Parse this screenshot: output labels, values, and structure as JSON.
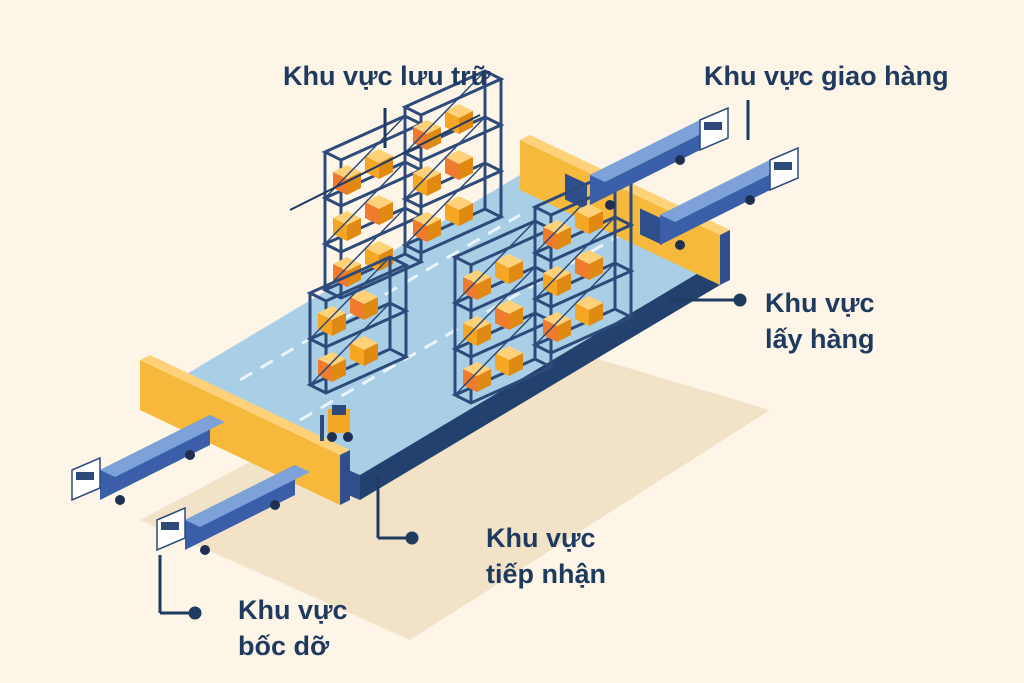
{
  "labels": {
    "storage": {
      "line1": "Khu vực lưu trữ"
    },
    "delivery": {
      "line1": "Khu vực giao hàng"
    },
    "picking": {
      "line1": "Khu vực",
      "line2": "lấy hàng"
    },
    "receiving": {
      "line1": "Khu vực",
      "line2": "tiếp nhận"
    },
    "loading": {
      "line1": "Khu vực",
      "line2": "bốc dỡ"
    }
  },
  "colors": {
    "background": "#fdf5e8",
    "floor": "#a9cfe6",
    "floor_edge": "#2e4f8c",
    "rack": "#2d4a7a",
    "box_orange": "#f5a623",
    "box_red": "#f07b2d",
    "dock_wall": "#f6b93b",
    "truck_body": "#3a5fa8",
    "label_text": "#1f3a5f",
    "shadow": "#f2e3c8"
  },
  "icons": [
    "forklift-icon",
    "truck-icon",
    "rack-icon",
    "box-icon"
  ]
}
